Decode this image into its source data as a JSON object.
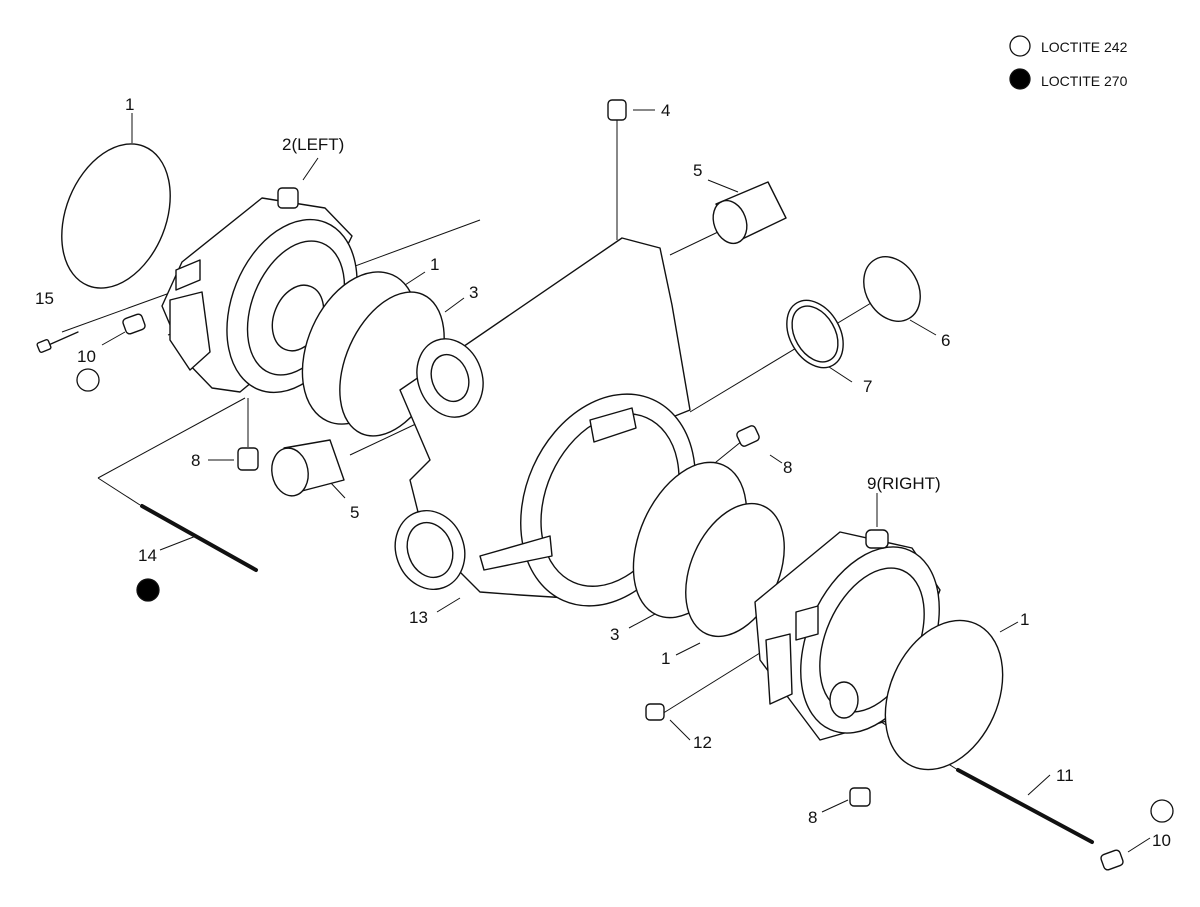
{
  "legend": [
    {
      "label": "LOCTITE 242",
      "fill": "#ffffff"
    },
    {
      "label": "LOCTITE 270",
      "fill": "#000000"
    }
  ],
  "callouts": {
    "c1a": "1",
    "c2": "2(LEFT)",
    "c1b": "1",
    "c3a": "3",
    "c4": "4",
    "c5a": "5",
    "c6": "6",
    "c7": "7",
    "c15": "15",
    "c10a": "10",
    "c8a": "8",
    "c5b": "5",
    "c8b": "8",
    "c9": "9(RIGHT)",
    "c14": "14",
    "c13": "13",
    "c3b": "3",
    "c1c": "1",
    "c1d": "1",
    "c12": "12",
    "c11": "11",
    "c8c": "8",
    "c10b": "10"
  },
  "markers": {
    "dot_10_left": "#ffffff",
    "dot_14": "#000000",
    "dot_10_right": "#ffffff"
  }
}
